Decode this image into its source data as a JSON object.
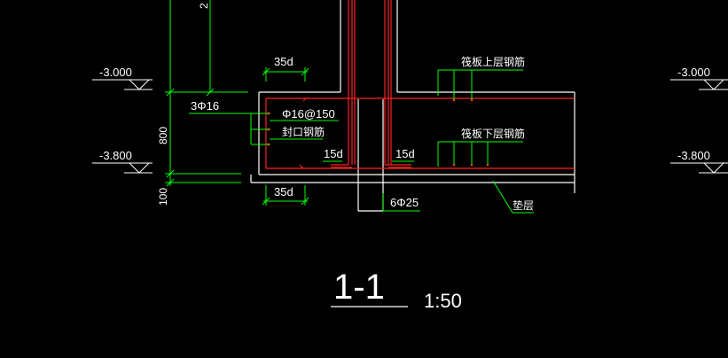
{
  "colors": {
    "background": "#000000",
    "outline": "#ffffff",
    "rebar": "#ff2020",
    "dimension": "#00ff00",
    "text": "#ffffff"
  },
  "elevations": {
    "top_left": "-3.000",
    "bottom_left": "-3.800",
    "top_right": "-3.000",
    "bottom_right": "-3.800"
  },
  "dimensions": {
    "top_cut": "2",
    "slab_height": "800",
    "cushion": "100",
    "top_anchor": "35d",
    "bottom_anchor": "35d",
    "hook_left": "15d",
    "hook_right": "15d"
  },
  "rebar_labels": {
    "edge_bars": "3Φ16",
    "stirrups": "Φ16@150",
    "sealing": "封口钢筋",
    "column_bars": "6Φ25",
    "upper_mesh": "筏板上层钢筋",
    "lower_mesh": "筏板下层钢筋",
    "cushion_layer": "垫层"
  },
  "title": {
    "section": "1-1",
    "scale": "1:50"
  }
}
